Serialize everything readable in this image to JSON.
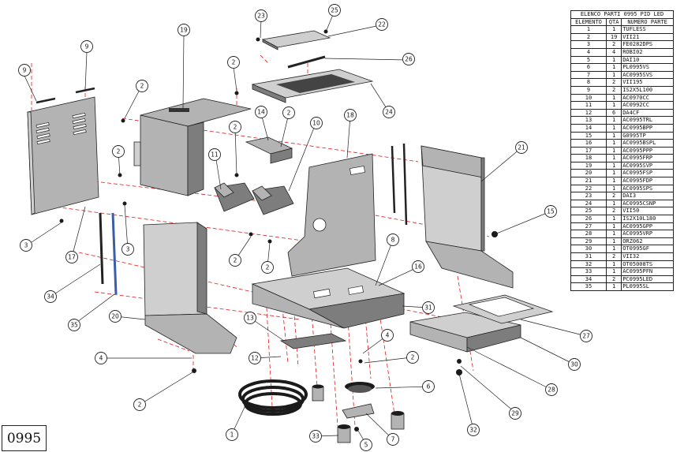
{
  "table": {
    "title": "ELENCO PARTI 0995 PID LED",
    "headers": [
      "ELEMENTO",
      "QTÀ",
      "NUMERO PARTE"
    ],
    "rows": [
      {
        "n": "1",
        "q": "1",
        "part": "TUFLESS"
      },
      {
        "n": "2",
        "q": "19",
        "part": "VII21"
      },
      {
        "n": "3",
        "q": "2",
        "part": "FE0282DPS"
      },
      {
        "n": "4",
        "q": "4",
        "part": "ROBI02"
      },
      {
        "n": "5",
        "q": "1",
        "part": "DAI10"
      },
      {
        "n": "6",
        "q": "1",
        "part": "PL0995VS"
      },
      {
        "n": "7",
        "q": "1",
        "part": "AC0995SVS"
      },
      {
        "n": "8",
        "q": "2",
        "part": "VII195"
      },
      {
        "n": "9",
        "q": "2",
        "part": "IS2X5L100"
      },
      {
        "n": "10",
        "q": "1",
        "part": "AC0970CC"
      },
      {
        "n": "11",
        "q": "1",
        "part": "AC0992CC"
      },
      {
        "n": "12",
        "q": "6",
        "part": "DA4CF"
      },
      {
        "n": "13",
        "q": "1",
        "part": "AC0995TRL"
      },
      {
        "n": "14",
        "q": "1",
        "part": "AC0995BPP"
      },
      {
        "n": "15",
        "q": "1",
        "part": "G0995TP"
      },
      {
        "n": "16",
        "q": "1",
        "part": "AC0995BSPL"
      },
      {
        "n": "17",
        "q": "1",
        "part": "AC0995PPP"
      },
      {
        "n": "18",
        "q": "1",
        "part": "AC0995FRP"
      },
      {
        "n": "19",
        "q": "1",
        "part": "AC0995SVP"
      },
      {
        "n": "20",
        "q": "1",
        "part": "AC0995FSP"
      },
      {
        "n": "21",
        "q": "1",
        "part": "AC0995FDP"
      },
      {
        "n": "22",
        "q": "1",
        "part": "AC0995SPS"
      },
      {
        "n": "23",
        "q": "2",
        "part": "DAI3"
      },
      {
        "n": "24",
        "q": "1",
        "part": "AC0995CSNP"
      },
      {
        "n": "25",
        "q": "2",
        "part": "VII50"
      },
      {
        "n": "26",
        "q": "1",
        "part": "IS2X10L180"
      },
      {
        "n": "27",
        "q": "1",
        "part": "AC0995GPP"
      },
      {
        "n": "28",
        "q": "1",
        "part": "AC0995VRP"
      },
      {
        "n": "29",
        "q": "1",
        "part": "ORZ062"
      },
      {
        "n": "30",
        "q": "1",
        "part": "OT0995GF"
      },
      {
        "n": "31",
        "q": "2",
        "part": "VII32"
      },
      {
        "n": "32",
        "q": "1",
        "part": "OT05008TS"
      },
      {
        "n": "33",
        "q": "1",
        "part": "AC0995PFN"
      },
      {
        "n": "34",
        "q": "2",
        "part": "PC0995LED"
      },
      {
        "n": "35",
        "q": "1",
        "part": "PL0995SL"
      }
    ]
  },
  "drawing_code": "0995",
  "callouts": [
    "1",
    "2",
    "2",
    "2",
    "2",
    "2",
    "2",
    "2",
    "2",
    "3",
    "3",
    "4",
    "4",
    "5",
    "6",
    "7",
    "8",
    "9",
    "9",
    "10",
    "11",
    "12",
    "13",
    "14",
    "15",
    "16",
    "17",
    "18",
    "19",
    "20",
    "21",
    "22",
    "23",
    "24",
    "25",
    "26",
    "27",
    "28",
    "29",
    "30",
    "31",
    "32",
    "33",
    "34",
    "35"
  ]
}
